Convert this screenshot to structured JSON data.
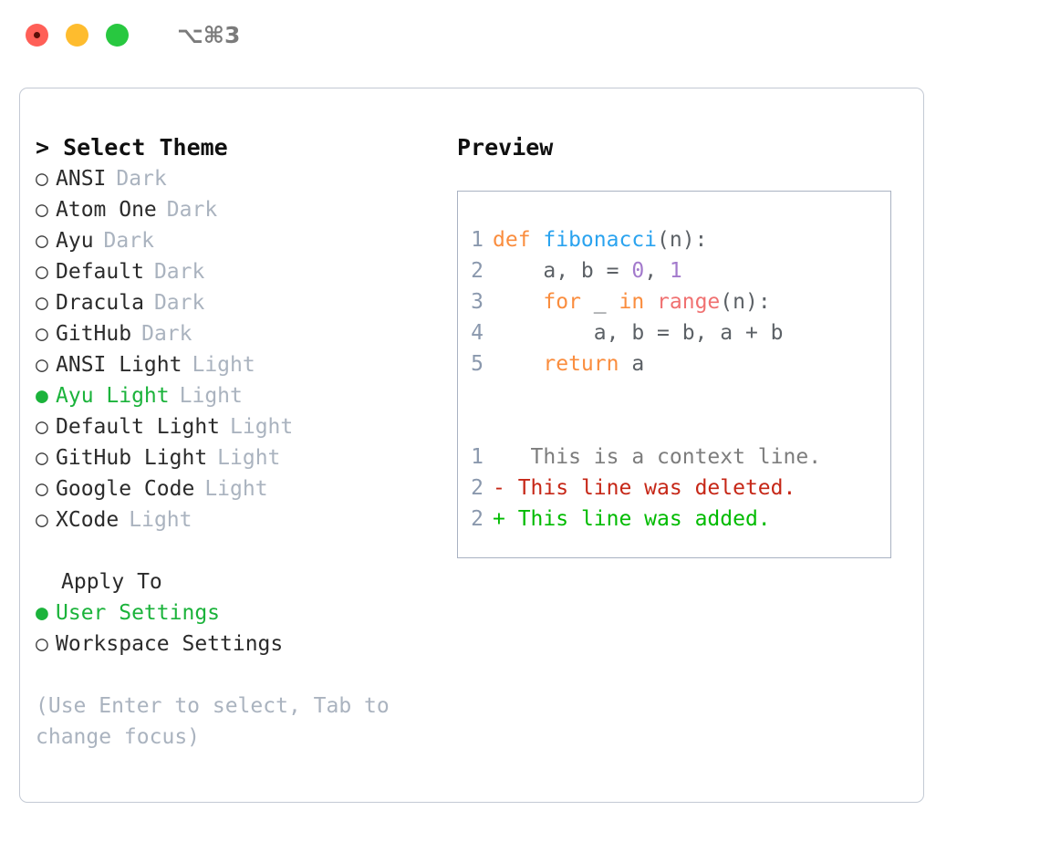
{
  "window": {
    "title": "⌥⌘3",
    "traffic_lights": [
      "close",
      "minimize",
      "maximize"
    ]
  },
  "left": {
    "heading": "> Select Theme",
    "themes": [
      {
        "marker": "○",
        "name": "ANSI",
        "kind": "Dark",
        "selected": false
      },
      {
        "marker": "○",
        "name": "Atom One",
        "kind": "Dark",
        "selected": false
      },
      {
        "marker": "○",
        "name": "Ayu",
        "kind": "Dark",
        "selected": false
      },
      {
        "marker": "○",
        "name": "Default",
        "kind": "Dark",
        "selected": false
      },
      {
        "marker": "○",
        "name": "Dracula",
        "kind": "Dark",
        "selected": false
      },
      {
        "marker": "○",
        "name": "GitHub",
        "kind": "Dark",
        "selected": false
      },
      {
        "marker": "○",
        "name": "ANSI Light",
        "kind": "Light",
        "selected": false
      },
      {
        "marker": "●",
        "name": "Ayu Light",
        "kind": "Light",
        "selected": true
      },
      {
        "marker": "○",
        "name": "Default Light",
        "kind": "Light",
        "selected": false
      },
      {
        "marker": "○",
        "name": "GitHub Light",
        "kind": "Light",
        "selected": false
      },
      {
        "marker": "○",
        "name": "Google Code",
        "kind": "Light",
        "selected": false
      },
      {
        "marker": "○",
        "name": "XCode",
        "kind": "Light",
        "selected": false
      }
    ],
    "apply_to": {
      "heading": "Apply To",
      "options": [
        {
          "marker": "●",
          "label": "User Settings",
          "selected": true
        },
        {
          "marker": "○",
          "label": "Workspace Settings",
          "selected": false
        }
      ]
    },
    "hint": "(Use Enter to select, Tab to change focus)"
  },
  "right": {
    "label": "Preview",
    "code_lines": [
      {
        "lineno": "1",
        "tokens": [
          {
            "text": "def ",
            "cls": "tok-kw"
          },
          {
            "text": "fibonacci",
            "cls": "tok-fn"
          },
          {
            "text": "(n):",
            "cls": "tok-pl"
          }
        ]
      },
      {
        "lineno": "2",
        "tokens": [
          {
            "text": "    a, b = ",
            "cls": "tok-pl"
          },
          {
            "text": "0",
            "cls": "tok-num"
          },
          {
            "text": ", ",
            "cls": "tok-pl"
          },
          {
            "text": "1",
            "cls": "tok-num"
          }
        ]
      },
      {
        "lineno": "3",
        "tokens": [
          {
            "text": "    for ",
            "cls": "tok-kw"
          },
          {
            "text": "_ ",
            "cls": "tok-pl"
          },
          {
            "text": "in ",
            "cls": "tok-kw"
          },
          {
            "text": "range",
            "cls": "tok-bi"
          },
          {
            "text": "(n):",
            "cls": "tok-pl"
          }
        ]
      },
      {
        "lineno": "4",
        "tokens": [
          {
            "text": "        a, b = b, a + b",
            "cls": "tok-pl"
          }
        ]
      },
      {
        "lineno": "5",
        "tokens": [
          {
            "text": "    return ",
            "cls": "tok-kw"
          },
          {
            "text": "a",
            "cls": "tok-pl"
          }
        ]
      }
    ],
    "diff_lines": [
      {
        "lineno": "1",
        "marker": " ",
        "text": "  This is a context line.",
        "cls": "diff-ctx"
      },
      {
        "lineno": "2",
        "marker": "-",
        "text": " This line was deleted.",
        "cls": "diff-del"
      },
      {
        "lineno": "2",
        "marker": "+",
        "text": " This line was added.",
        "cls": "diff-add"
      }
    ]
  },
  "colors": {
    "accent_green": "#1bb33b",
    "muted": "#aab3bf",
    "panel_border": "#c3c9d4",
    "preview_border": "#a9b2c2",
    "keyword": "#fa8d3e",
    "function": "#2aa3ef",
    "number": "#a37acc",
    "builtin": "#f07171",
    "plain": "#5c6166",
    "lineno": "#8a98ad",
    "diff_context": "#7d7d7d",
    "diff_deleted": "#c62717",
    "diff_added": "#00bb00",
    "traffic_red": "#ff5f57",
    "traffic_yellow": "#febc2e",
    "traffic_green": "#28c840"
  }
}
